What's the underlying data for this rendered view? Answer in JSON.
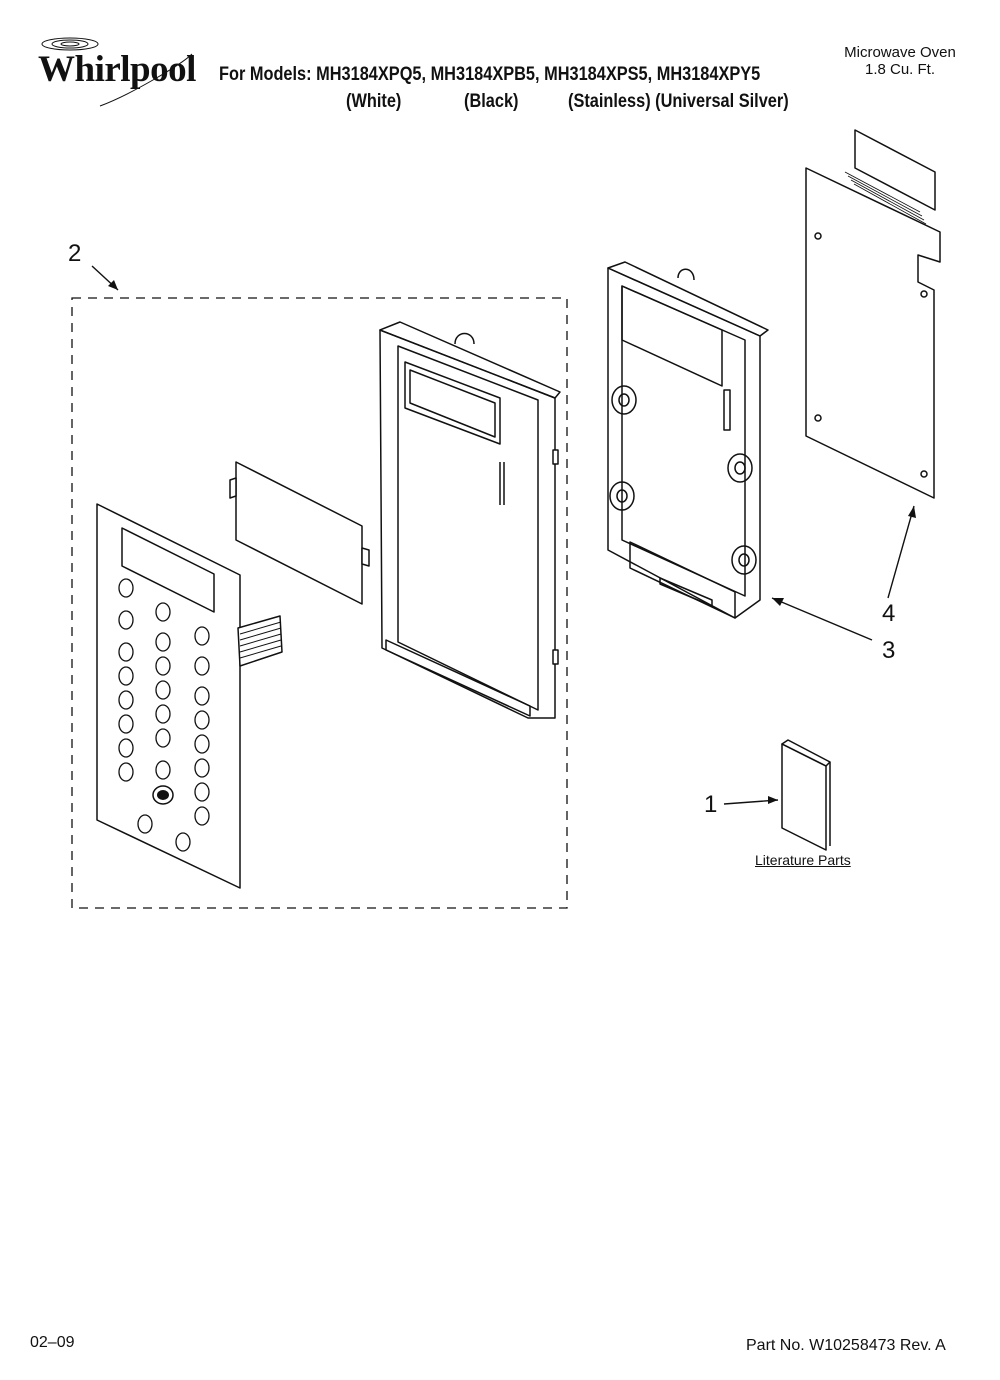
{
  "brand": {
    "name": "Whirlpool"
  },
  "header": {
    "models_label": "For Models: MH3184XPQ5, MH3184XPB5, MH3184XPS5, MH3184XPY5",
    "finish_white": "(White)",
    "finish_black": "(Black)",
    "finish_stainless_silver": "(Stainless) (Universal Silver)"
  },
  "product": {
    "type": "Microwave Oven",
    "capacity": "1.8 Cu. Ft."
  },
  "callouts": {
    "c1": "1",
    "c2": "2",
    "c3": "3",
    "c4": "4"
  },
  "literature": {
    "label": "Literature Parts"
  },
  "footer": {
    "date": "02–09",
    "part_number": "Part No. W10258473 Rev. A"
  }
}
